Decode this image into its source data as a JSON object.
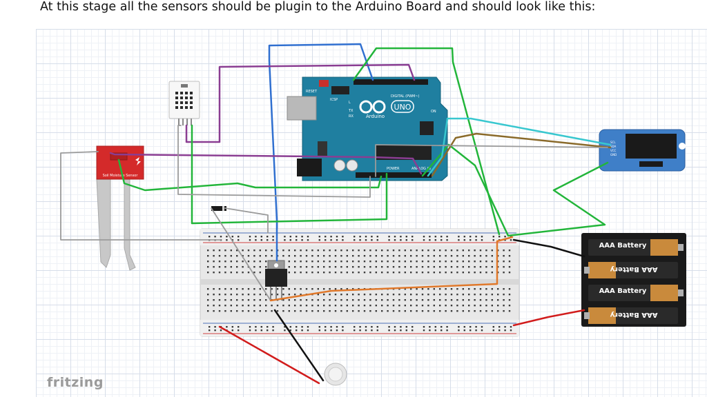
{
  "caption": "At this stage all the sensors should be plugin to the Arduino Board and should look like this:",
  "brand": "fritzing",
  "arduino": {
    "logo_text": "UNO",
    "brand_text": "Arduino",
    "reset_label": "RESET",
    "icsp_label": "ICSP",
    "digital_label": "DIGITAL (PWM~)",
    "power_label": "POWER",
    "analog_label": "ANALOG IN",
    "on_label": "ON",
    "tx_label": "TX",
    "rx_label": "RX",
    "l_label": "L"
  },
  "soil_sensor": {
    "label": "Soil Moisture Sensor"
  },
  "oled": {
    "pins": [
      "SCL",
      "SDA",
      "VCC",
      "GND"
    ]
  },
  "batteries": [
    {
      "label": "AAA Battery",
      "flipped": false
    },
    {
      "label": "AAA Battery",
      "flipped": true
    },
    {
      "label": "AAA Battery",
      "flipped": false
    },
    {
      "label": "AAA Battery",
      "flipped": true
    }
  ],
  "colors": {
    "green": "#22b53a",
    "purple": "#8a3d92",
    "blue": "#2f6fd0",
    "cyan": "#38c7cf",
    "brown": "#8a6a2a",
    "orange": "#e0782a",
    "red": "#d11c1c",
    "black": "#111111",
    "gray": "#9a9a9a",
    "arduino_teal": "#1f7fa0",
    "sensor_red": "#d42a2a"
  }
}
